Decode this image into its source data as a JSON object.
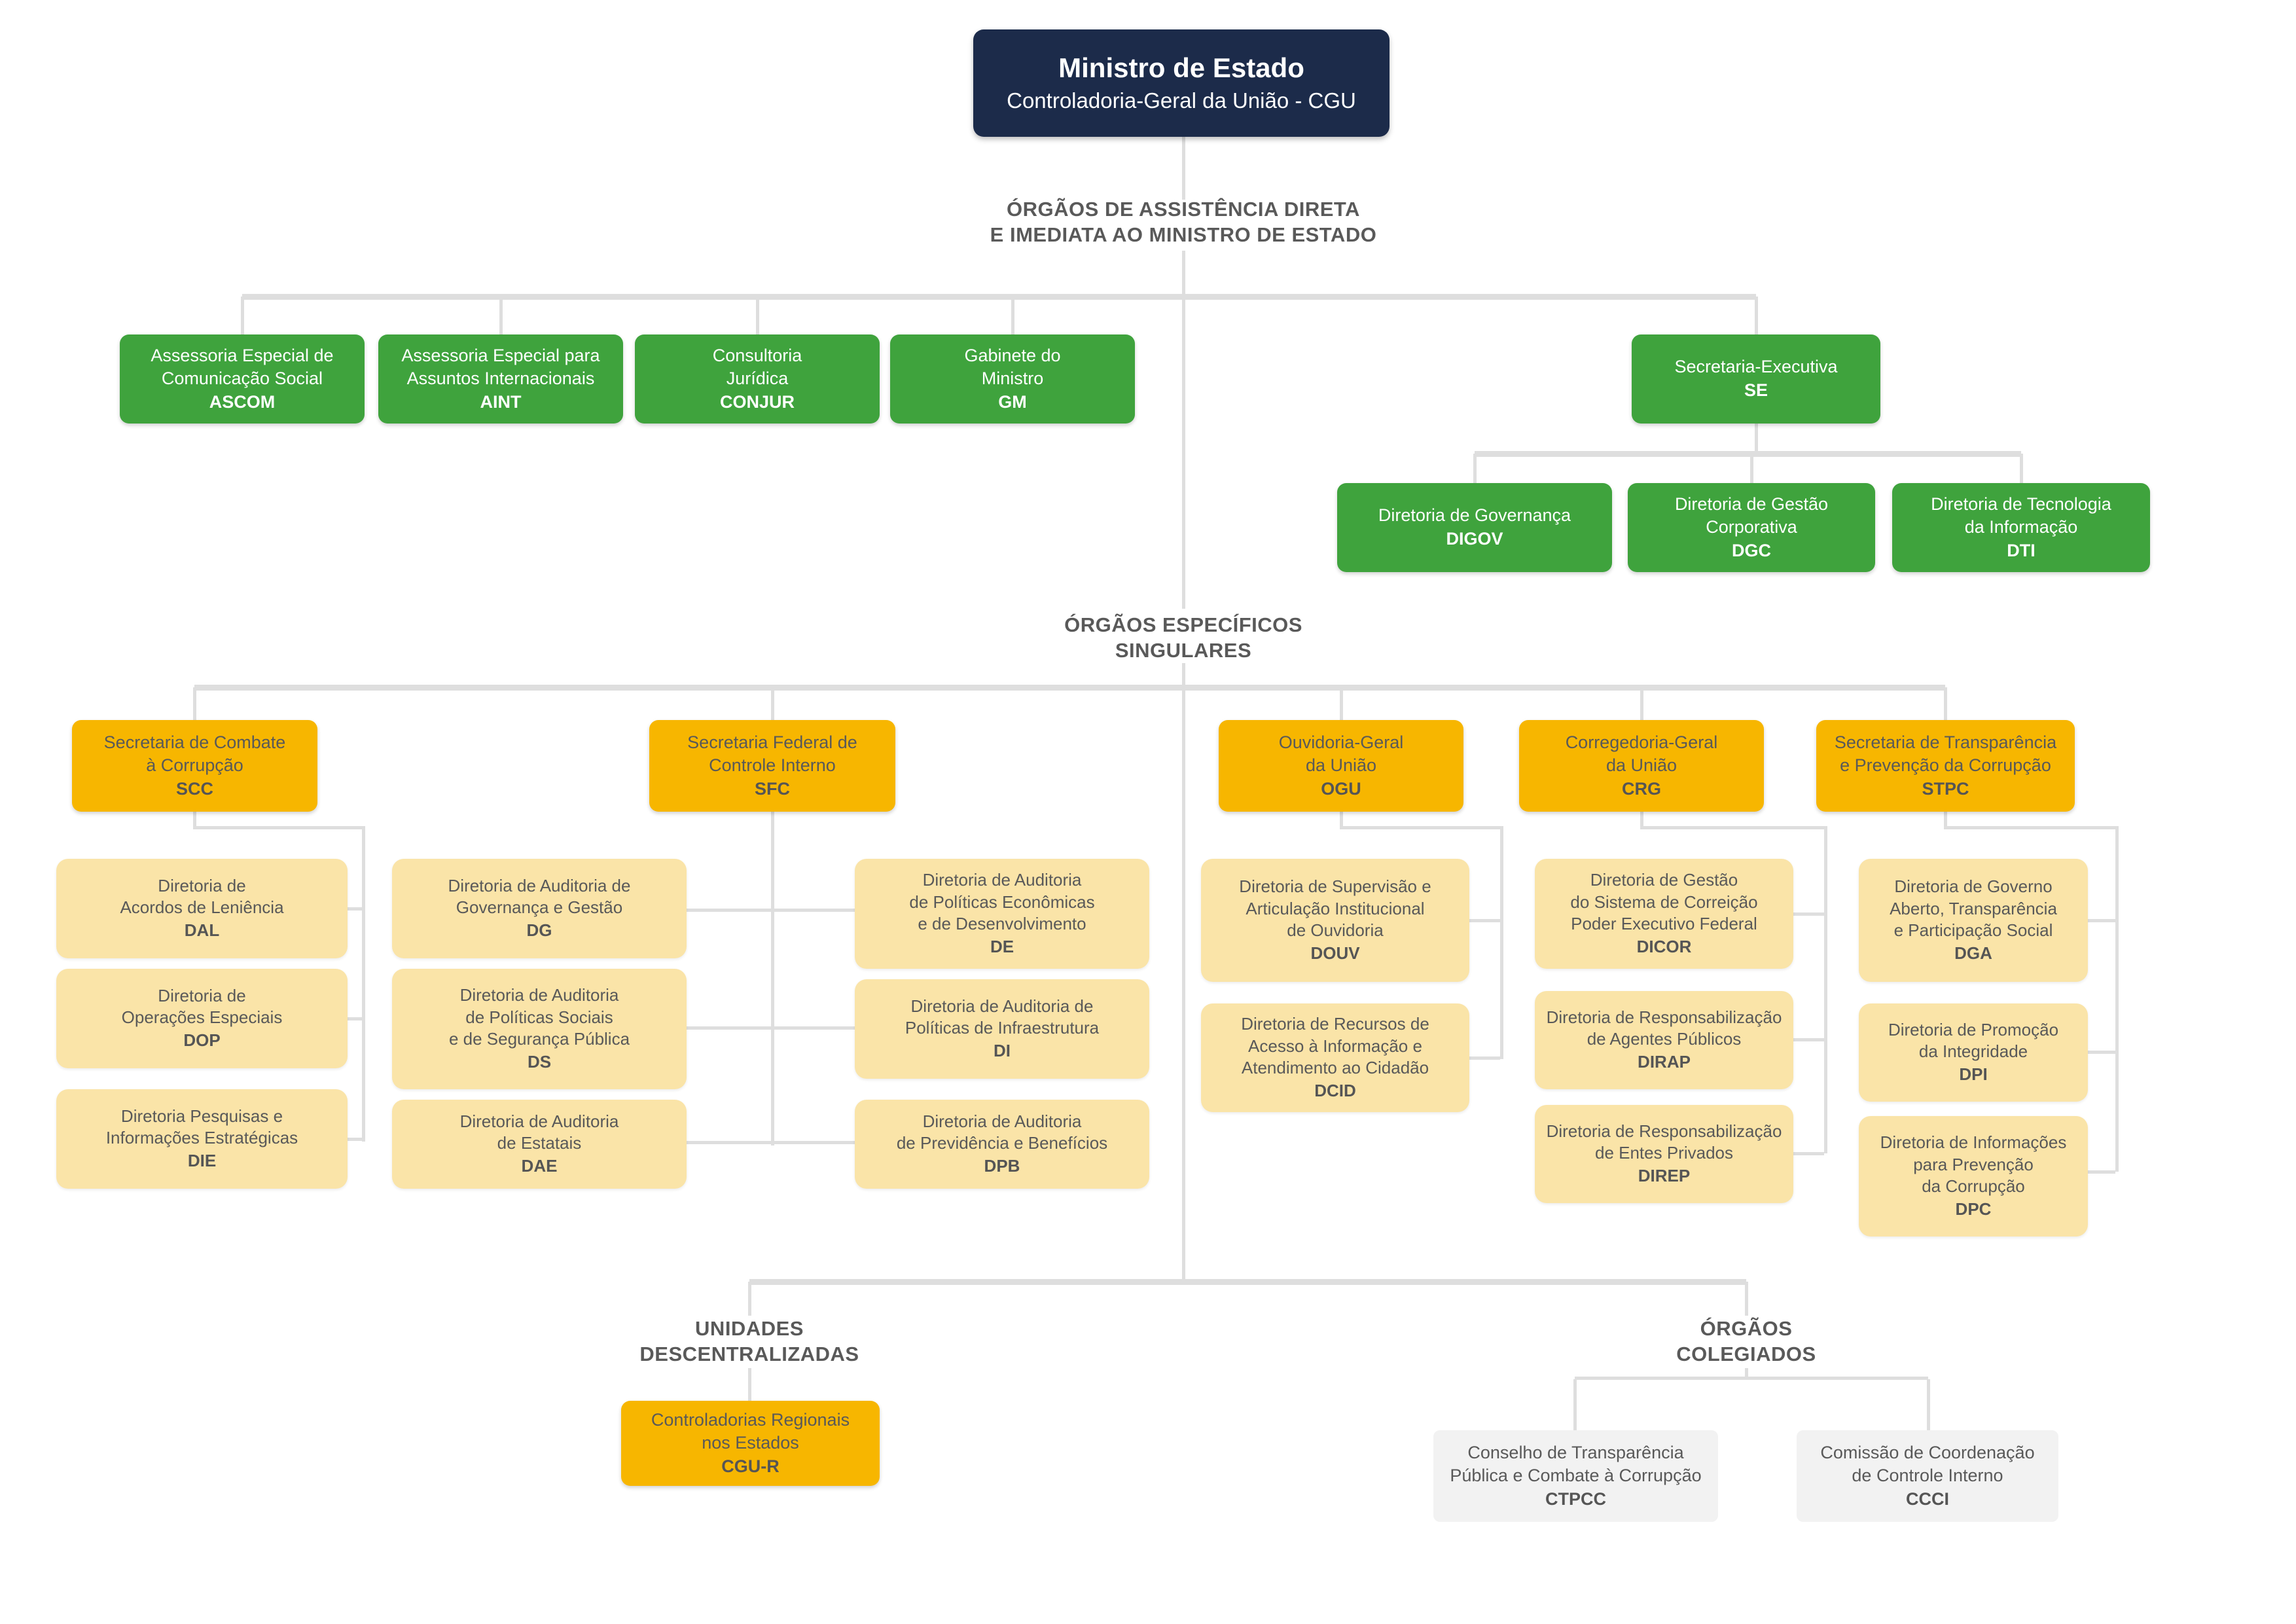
{
  "root": {
    "title": "Ministro de Estado",
    "subtitle": "Controladoria-Geral da União - CGU"
  },
  "sections": {
    "assistencia": [
      "ÓRGÃOS DE ASSISTÊNCIA DIRETA",
      "E IMEDIATA AO MINISTRO DE ESTADO"
    ],
    "especificos": [
      "ÓRGÃOS ESPECÍFICOS",
      "SINGULARES"
    ],
    "descentralizadas": [
      "UNIDADES",
      "DESCENTRALIZADAS"
    ],
    "colegiados": [
      "ÓRGÃOS",
      "COLEGIADOS"
    ]
  },
  "nodes": {
    "ascom": {
      "name": [
        "Assessoria Especial de",
        "Comunicação Social"
      ],
      "acronym": "ASCOM"
    },
    "aint": {
      "name": [
        "Assessoria Especial para",
        "Assuntos Internacionais"
      ],
      "acronym": "AINT"
    },
    "conjur": {
      "name": [
        "Consultoria",
        "Jurídica"
      ],
      "acronym": "CONJUR"
    },
    "gm": {
      "name": [
        "Gabinete do",
        "Ministro"
      ],
      "acronym": "GM"
    },
    "se": {
      "name": [
        "Secretaria-Executiva"
      ],
      "acronym": "SE"
    },
    "digov": {
      "name": [
        "Diretoria de Governança"
      ],
      "acronym": "DIGOV"
    },
    "dgc": {
      "name": [
        "Diretoria de Gestão",
        "Corporativa"
      ],
      "acronym": "DGC"
    },
    "dti": {
      "name": [
        "Diretoria de Tecnologia",
        "da Informação"
      ],
      "acronym": "DTI"
    },
    "scc": {
      "name": [
        "Secretaria de Combate",
        "à Corrupção"
      ],
      "acronym": "SCC"
    },
    "sfc": {
      "name": [
        "Secretaria Federal de",
        "Controle Interno"
      ],
      "acronym": "SFC"
    },
    "ogu": {
      "name": [
        "Ouvidoria-Geral",
        "da União"
      ],
      "acronym": "OGU"
    },
    "crg": {
      "name": [
        "Corregedoria-Geral",
        "da União"
      ],
      "acronym": "CRG"
    },
    "stpc": {
      "name": [
        "Secretaria de Transparência",
        "e Prevenção da Corrupção"
      ],
      "acronym": "STPC"
    },
    "dal": {
      "name": [
        "Diretoria de",
        "Acordos de Leniência"
      ],
      "acronym": "DAL"
    },
    "dop": {
      "name": [
        "Diretoria de",
        "Operações Especiais"
      ],
      "acronym": "DOP"
    },
    "die": {
      "name": [
        "Diretoria Pesquisas e",
        "Informações Estratégicas"
      ],
      "acronym": "DIE"
    },
    "dg": {
      "name": [
        "Diretoria de Auditoria de",
        "Governança e Gestão"
      ],
      "acronym": "DG"
    },
    "ds": {
      "name": [
        "Diretoria de Auditoria",
        "de Políticas Sociais",
        "e de Segurança Pública"
      ],
      "acronym": "DS"
    },
    "dae": {
      "name": [
        "Diretoria de Auditoria",
        "de Estatais"
      ],
      "acronym": "DAE"
    },
    "de": {
      "name": [
        "Diretoria de Auditoria",
        "de Políticas Econômicas",
        "e de Desenvolvimento"
      ],
      "acronym": "DE"
    },
    "di": {
      "name": [
        "Diretoria de Auditoria de",
        "Políticas de Infraestrutura"
      ],
      "acronym": "DI"
    },
    "dpb": {
      "name": [
        "Diretoria de Auditoria",
        "de Previdência e Benefícios"
      ],
      "acronym": "DPB"
    },
    "douv": {
      "name": [
        "Diretoria de Supervisão e",
        "Articulação Institucional",
        "de Ouvidoria"
      ],
      "acronym": "DOUV"
    },
    "dcid": {
      "name": [
        "Diretoria de Recursos de",
        "Acesso à Informação e",
        "Atendimento ao Cidadão"
      ],
      "acronym": "DCID"
    },
    "dicor": {
      "name": [
        "Diretoria de Gestão",
        "do Sistema de Correição",
        "Poder Executivo Federal"
      ],
      "acronym": "DICOR"
    },
    "dirap": {
      "name": [
        "Diretoria de Responsabilização",
        "de Agentes Públicos"
      ],
      "acronym": "DIRAP"
    },
    "direp": {
      "name": [
        "Diretoria de Responsabilização",
        "de Entes Privados"
      ],
      "acronym": "DIREP"
    },
    "dga": {
      "name": [
        "Diretoria de Governo",
        "Aberto, Transparência",
        "e Participação Social"
      ],
      "acronym": "DGA"
    },
    "dpi": {
      "name": [
        "Diretoria de Promoção",
        "da Integridade"
      ],
      "acronym": "DPI"
    },
    "dpc": {
      "name": [
        "Diretoria de Informações",
        "para Prevenção",
        "da Corrupção"
      ],
      "acronym": "DPC"
    },
    "cgur": {
      "name": [
        "Controladorias Regionais",
        "nos Estados"
      ],
      "acronym": "CGU-R"
    },
    "ctpcc": {
      "name": [
        "Conselho de Transparência",
        "Pública e Combate à Corrupção"
      ],
      "acronym": "CTPCC"
    },
    "ccci": {
      "name": [
        "Comissão de Coordenação",
        "de Controle Interno"
      ],
      "acronym": "CCCI"
    }
  },
  "colors": {
    "navy": "#1C2B4A",
    "green": "#3FA33D",
    "orange": "#F7B600",
    "yellow": "#FAE4A8",
    "graybox": "#F2F2F2",
    "line": "#DEDEDE",
    "text": "#595959"
  }
}
